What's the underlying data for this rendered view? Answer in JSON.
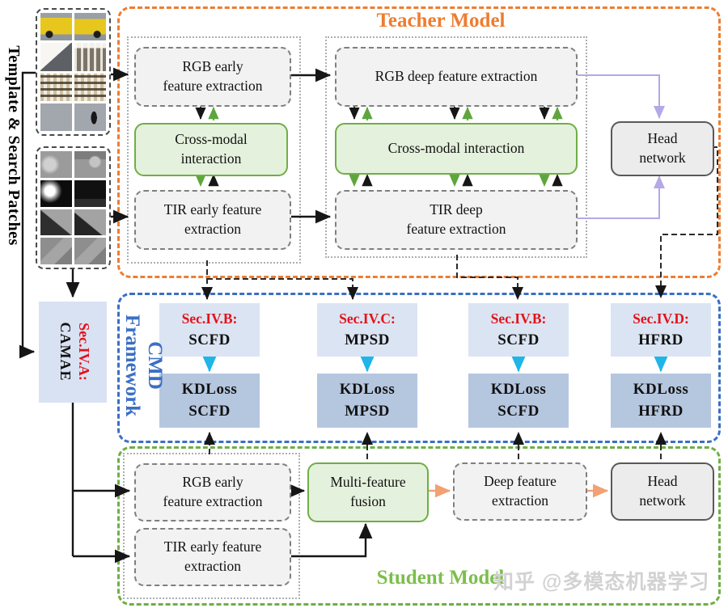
{
  "left_panel": {
    "label": "Template & Search Patches"
  },
  "teacher": {
    "title": "Teacher Model",
    "rgb_early": "RGB early\nfeature extraction",
    "cross_modal_early": "Cross-modal\ninteraction",
    "tir_early": "TIR early feature\nextraction",
    "rgb_deep": "RGB deep feature extraction",
    "cross_modal_deep": "Cross-modal interaction",
    "tir_deep": "TIR deep\nfeature extraction",
    "head": "Head\nnetwork"
  },
  "camae": {
    "sec": "Sec.IV.A:",
    "name": "CAMAE"
  },
  "cmd": {
    "label_line1": "CMD",
    "label_line2": "Framework",
    "columns": [
      {
        "sec": "Sec.IV.B:",
        "name": "SCFD",
        "kd": "KDLoss\nSCFD"
      },
      {
        "sec": "Sec.IV.C:",
        "name": "MPSD",
        "kd": "KDLoss\nMPSD"
      },
      {
        "sec": "Sec.IV.B:",
        "name": "SCFD",
        "kd": "KDLoss\nSCFD"
      },
      {
        "sec": "Sec.IV.D:",
        "name": "HFRD",
        "kd": "KDLoss\nHFRD"
      }
    ]
  },
  "student": {
    "title": "Student Model",
    "rgb_early": "RGB early\nfeature extraction",
    "tir_early": "TIR early feature\nextraction",
    "fusion": "Multi-feature\nfusion",
    "deep": "Deep feature\nextraction",
    "head": "Head\nnetwork"
  },
  "watermark": "知乎 @多模态机器学习",
  "colors": {
    "teacher_accent": "#ED7D31",
    "cmd_accent": "#3A6FC4",
    "student_accent": "#6FAE46",
    "sec_red": "#E31219",
    "sec_box_fill": "#DBE4F2",
    "kd_box_fill": "#B5C6DF",
    "green_box_fill": "#E4F1DC",
    "gray_box_fill": "#F2F2F2",
    "cyan_arrow": "#1FB5E9",
    "purple_arrow": "#B5A8E6",
    "orange_arrow": "#F2A173"
  }
}
